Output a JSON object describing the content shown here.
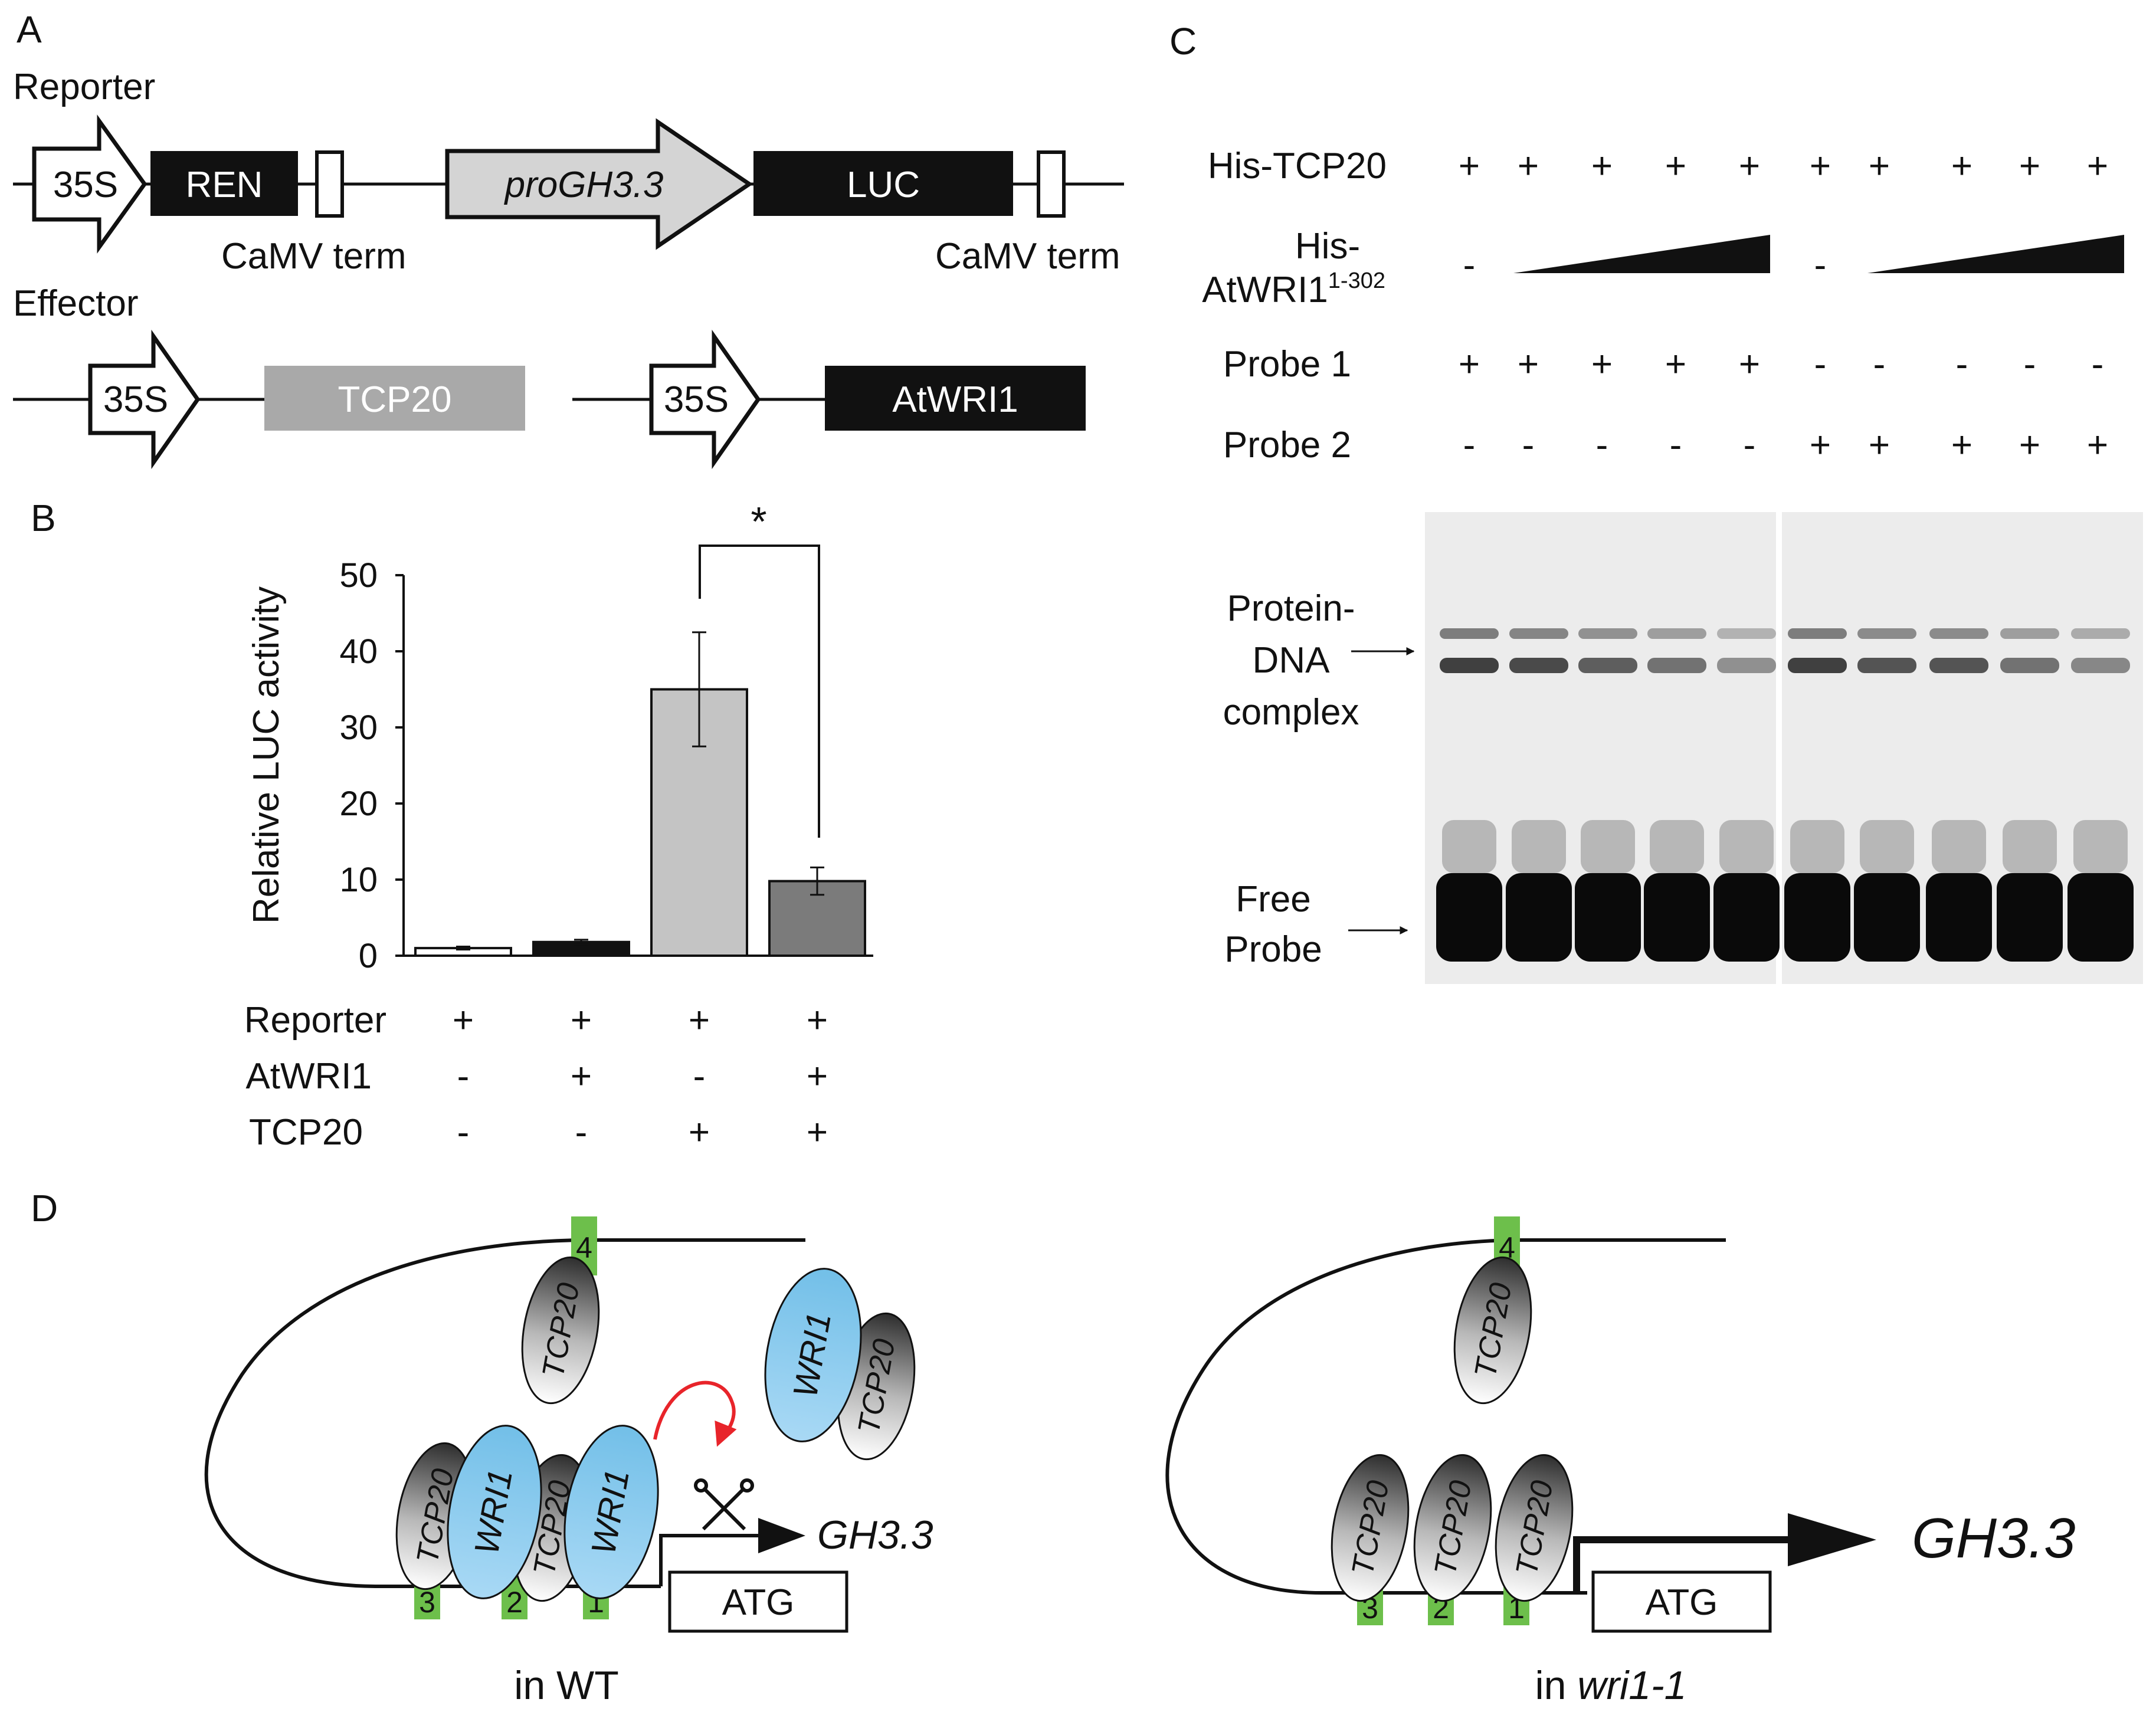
{
  "panels": {
    "a": "A",
    "b": "B",
    "c": "C",
    "d": "D"
  },
  "panel_a": {
    "reporter_label": "Reporter",
    "effector_label": "Effector",
    "promoter_35s": "35S",
    "ren": "REN",
    "progh": "proGH3.3",
    "luc": "LUC",
    "camv_term": "CaMV term",
    "tcp20": "TCP20",
    "atwri1": "AtWRI1"
  },
  "panel_b": {
    "ylabel": "Relative LUC activity",
    "significance": "*",
    "row_labels": [
      "Reporter",
      "AtWRI1",
      "TCP20"
    ],
    "row_values": [
      [
        "+",
        "+",
        "+",
        "+"
      ],
      [
        "-",
        "+",
        "-",
        "+"
      ],
      [
        "-",
        "-",
        "+",
        "+"
      ]
    ]
  },
  "chart_data": {
    "type": "bar",
    "ylabel": "Relative LUC activity",
    "ylim": [
      0,
      50
    ],
    "yticks": [
      "0",
      "10",
      "20",
      "30",
      "40",
      "50"
    ],
    "values": [
      1,
      1.8,
      35,
      9.8
    ],
    "errors": [
      0.2,
      0.3,
      7.5,
      1.8
    ],
    "colors": [
      "#ffffff",
      "#111111",
      "#c4c4c4",
      "#7b7b7b"
    ],
    "grid": false
  },
  "panel_c": {
    "row_labels": {
      "his_tcp20": "His-TCP20",
      "his_atwri_a": "His-",
      "his_atwri_b": "AtWRI1",
      "his_atwri_sup": "1-302",
      "probe1": "Probe 1",
      "probe2": "Probe 2"
    },
    "his_tcp20": [
      "+",
      "+",
      "+",
      "+",
      "+",
      "+",
      "+",
      "+",
      "+",
      "+"
    ],
    "his_atwri1": [
      "-",
      "-"
    ],
    "probe1": [
      "+",
      "+",
      "+",
      "+",
      "+",
      "-",
      "-",
      "-",
      "-",
      "-"
    ],
    "probe2": [
      "-",
      "-",
      "-",
      "-",
      "-",
      "+",
      "+",
      "+",
      "+",
      "+"
    ],
    "complex_label": [
      "Protein-",
      "DNA",
      "complex"
    ],
    "free_label": [
      "Free",
      "Probe"
    ]
  },
  "panel_d": {
    "tcp20": "TCP20",
    "wri1": "WRI1",
    "gh33": "GH3.3",
    "atg": "ATG",
    "site_numbers": [
      "1",
      "2",
      "3",
      "4"
    ],
    "wt_caption": "in WT",
    "mut_caption_prefix": "in ",
    "mut_caption_name": "wri1-1"
  }
}
